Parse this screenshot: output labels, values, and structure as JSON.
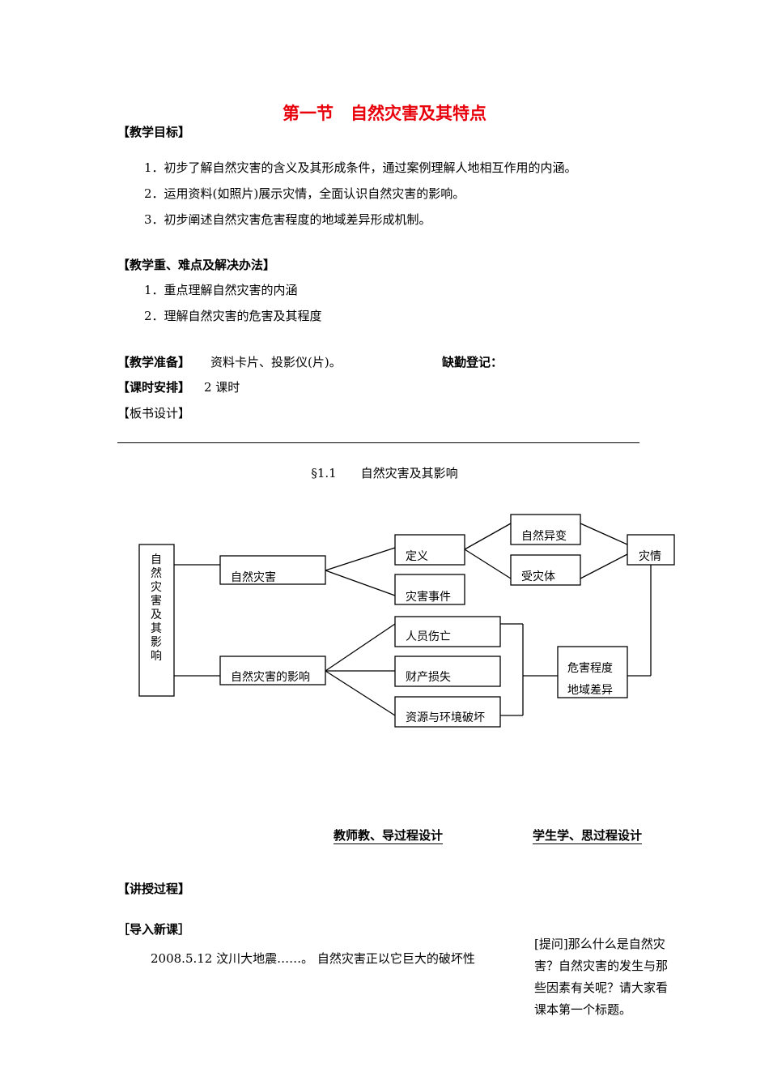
{
  "title": "第一节　自然灾害及其特点",
  "goals": {
    "heading": "【教学目标】",
    "items": [
      "1．初步了解自然灾害的含义及其形成条件，通过案例理解人地相互作用的内涵。",
      "2．运用资料(如照片)展示灾情，全面认识自然灾害的影响。",
      "3．初步阐述自然灾害危害程度的地域差异形成机制。"
    ]
  },
  "keypoints": {
    "heading": "【教学重、难点及解决办法】",
    "items": [
      "1．重点理解自然灾害的内涵",
      "2．理解自然灾害的危害及其程度"
    ]
  },
  "prep": {
    "heading": "【教学准备】",
    "value": "资料卡片、投影仪(片)。",
    "attendance": "缺勤登记："
  },
  "schedule": {
    "heading": "【课时安排】",
    "value": "2 课时"
  },
  "board": {
    "heading": "【板书设计】"
  },
  "diagram": {
    "subtitle": "§1.1　　自然灾害及其影响",
    "nodes": {
      "root": [
        "自",
        "然",
        "灾",
        "害",
        "及",
        "其",
        "影",
        "响"
      ],
      "natural_disaster": "自然灾害",
      "impact": "自然灾害的影响",
      "definition": "定义",
      "event": "灾害事件",
      "anomaly": "自然异变",
      "exposed": "受灾体",
      "situation": "灾情",
      "casualty": "人员伤亡",
      "property": "财产损失",
      "resource": "资源与环境破坏",
      "degree_line1": "危害程度",
      "degree_line2": "地域差异"
    }
  },
  "columns": {
    "teacher": "教师教、导过程设计",
    "student": "学生学、思过程设计"
  },
  "lecture": {
    "heading": "【讲授过程】"
  },
  "intro": {
    "heading": "［导入新课］",
    "text": "2008.5.12 汶川大地震……。 自然灾害正以它巨大的破坏性",
    "side_note": "[提问]那么什么是自然灾害？自然灾害的发生与那些因素有关呢？请大家看课本第一个标题。"
  }
}
